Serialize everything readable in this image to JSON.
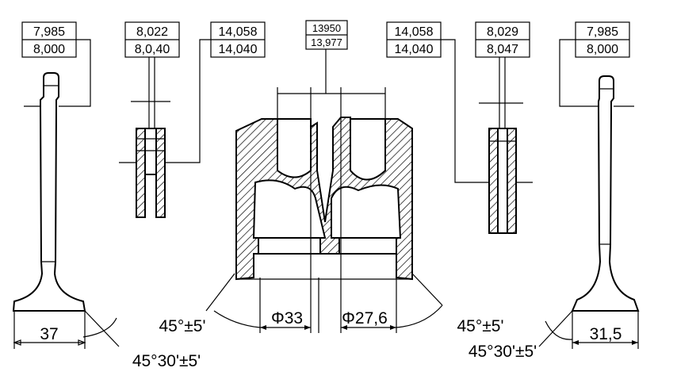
{
  "tolerances": {
    "intake_stem": [
      "7,985",
      "8,000"
    ],
    "intake_guide_bore": [
      "8,022",
      "8,0,40"
    ],
    "intake_guide_od": [
      "14,058",
      "14,040"
    ],
    "head_bore": [
      "13950",
      "13,977"
    ],
    "exhaust_guide_od": [
      "14,058",
      "14,040"
    ],
    "exhaust_guide_bore": [
      "8,029",
      "8,047"
    ],
    "exhaust_stem": [
      "7,985",
      "8,000"
    ]
  },
  "dimensions": {
    "intake_head_diameter": "37",
    "exhaust_head_diameter": "31,5",
    "intake_seat_diameter": "Φ33",
    "exhaust_seat_diameter": "Φ27,6",
    "intake_seat_angle": "45°±5'",
    "exhaust_seat_angle": "45°±5'",
    "intake_valve_face_angle": "45°30'±5'",
    "exhaust_valve_face_angle": "45°30'±5'"
  }
}
